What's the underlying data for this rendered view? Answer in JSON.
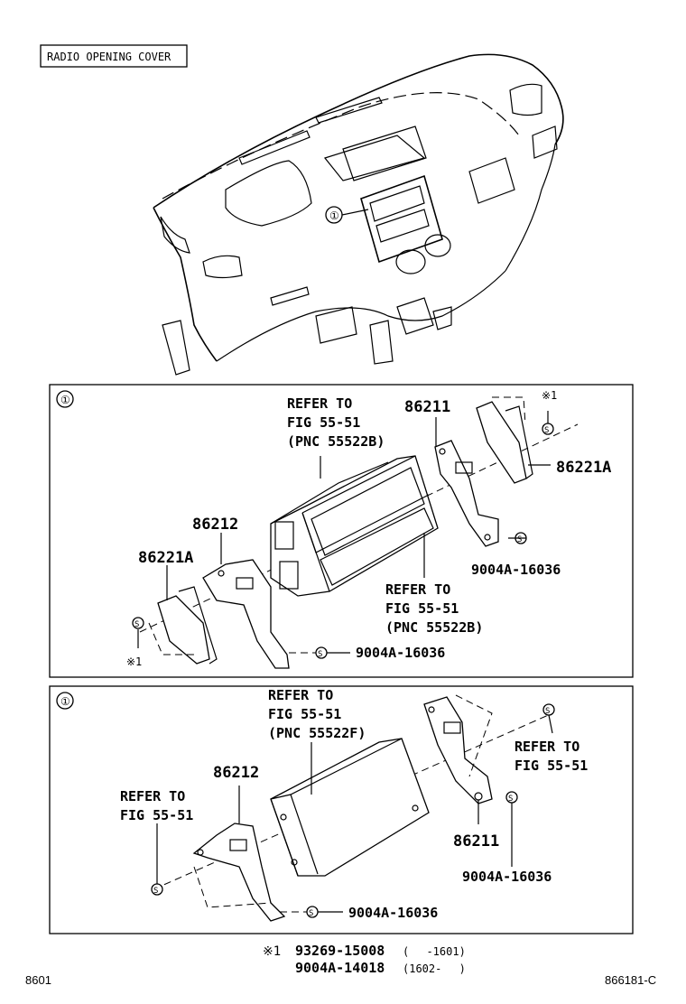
{
  "header": {
    "title_box": "RADIO OPENING COVER",
    "callout": "①"
  },
  "panel1": {
    "callout": "①",
    "refer_top": [
      "REFER TO",
      "FIG 55-51",
      "(PNC 55522B)"
    ],
    "refer_bottom": [
      "REFER TO",
      "FIG 55-51",
      "(PNC 55522B)"
    ],
    "part_86211": "86211",
    "part_86221A_right": "86221A",
    "part_86212": "86212",
    "part_86221A_left": "86221A",
    "screw_right": "9004A-16036",
    "screw_bottom": "9004A-16036",
    "note_mark_right": "※1",
    "note_mark_left": "※1",
    "screw_symbol": "S"
  },
  "panel2": {
    "callout": "①",
    "refer_top": [
      "REFER TO",
      "FIG 55-51",
      "(PNC 55522F)"
    ],
    "refer_right": [
      "REFER TO",
      "FIG 55-51"
    ],
    "refer_left": [
      "REFER TO",
      "FIG 55-51"
    ],
    "part_86212": "86212",
    "part_86211": "86211",
    "screw_right": "9004A-16036",
    "screw_bottom": "9004A-16036",
    "screw_symbol": "S"
  },
  "footnote": {
    "line1_mark": "※1",
    "line1_part": "93269-15008",
    "line1_range": "(　 -1601)",
    "line2_part": "9004A-14018",
    "line2_range": "(1602-　 )"
  },
  "footer": {
    "left_code": "8601",
    "right_code": "866181-C"
  }
}
